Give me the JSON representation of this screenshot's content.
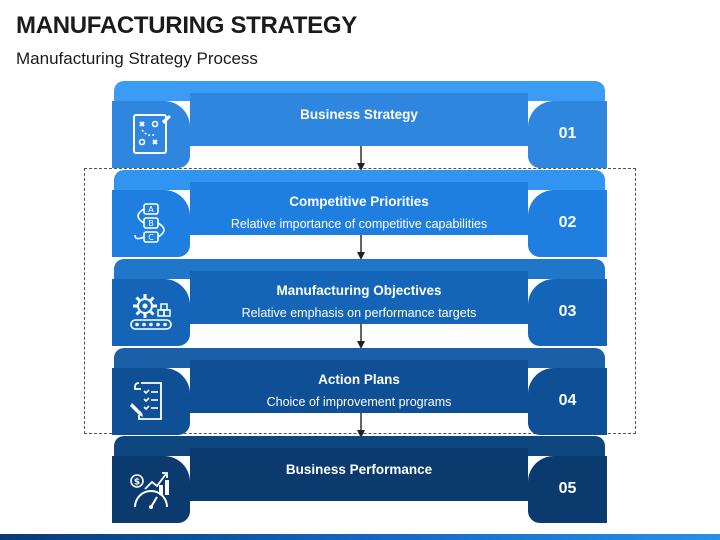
{
  "header": {
    "title": "MANUFACTURING STRATEGY",
    "subtitle": "Manufacturing Strategy Process"
  },
  "colors": {
    "step1": "#2e86de",
    "step2": "#1f7fe0",
    "step3": "#1465b8",
    "step4": "#0f4f96",
    "step5": "#0b3a6e",
    "rim1": "#3a9cf5",
    "rim2": "#3094f0",
    "rim3": "#2076c8",
    "rim4": "#1a5fa8",
    "rim5": "#0e4680"
  },
  "steps": [
    {
      "title": "Business Strategy",
      "description": "",
      "number": "01",
      "icon": "strategy-board-icon"
    },
    {
      "title": "Competitive Priorities",
      "description": "Relative importance of competitive capabilities",
      "number": "02",
      "icon": "abc-priorities-icon"
    },
    {
      "title": "Manufacturing Objectives",
      "description": "Relative emphasis on performance targets",
      "number": "03",
      "icon": "gear-conveyor-icon"
    },
    {
      "title": "Action Plans",
      "description": "Choice of improvement programs",
      "number": "04",
      "icon": "checklist-pen-icon"
    },
    {
      "title": "Business Performance",
      "description": "",
      "number": "05",
      "icon": "performance-chart-icon"
    }
  ]
}
